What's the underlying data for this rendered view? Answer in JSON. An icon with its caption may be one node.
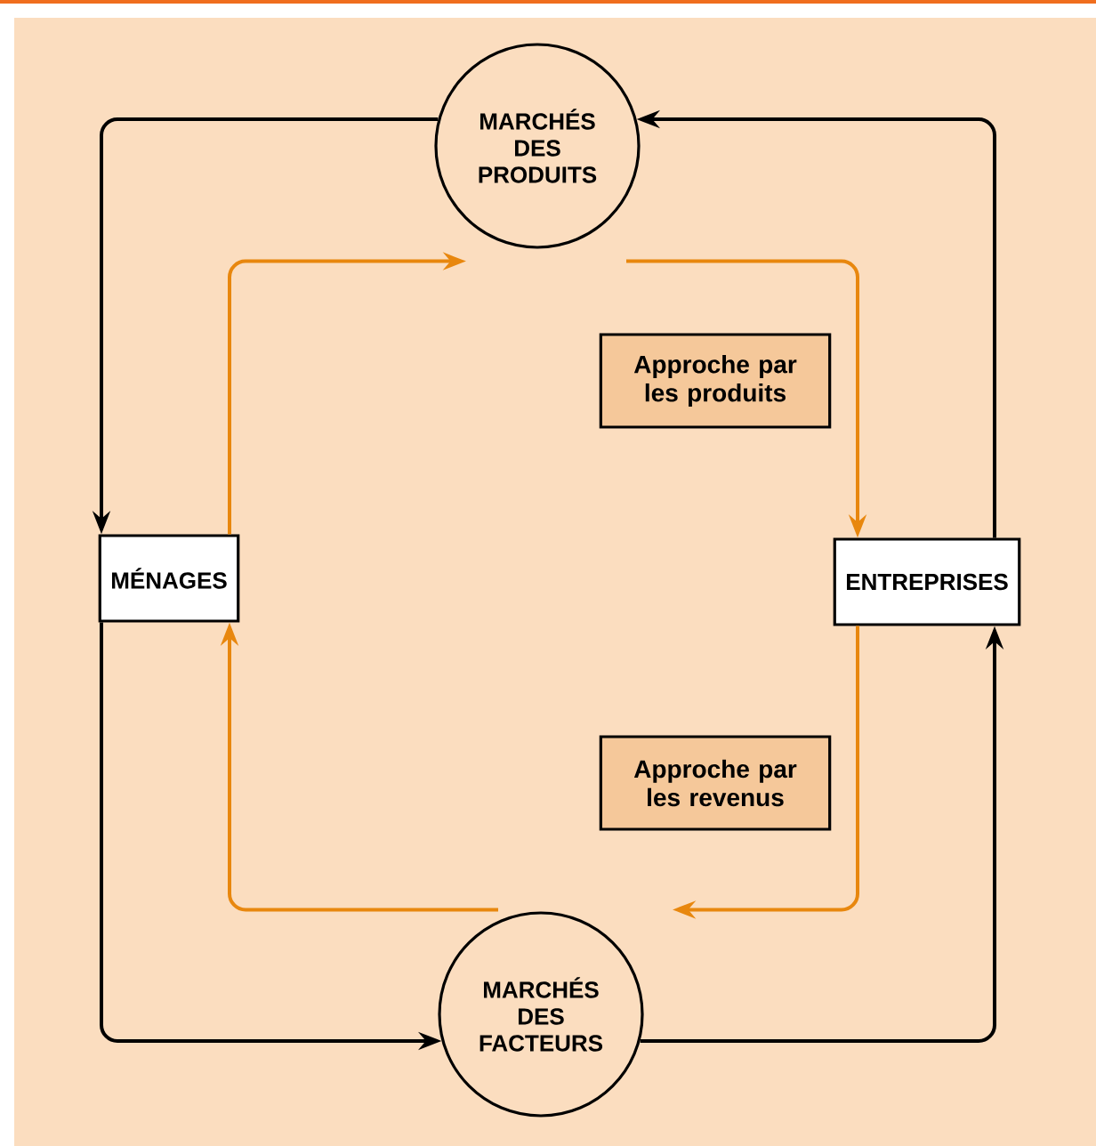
{
  "diagram": {
    "nodes": [
      {
        "text": [
          "MARCHÉS DES PRODUITS"
        ]
      },
      {
        "text": [
          "MÉNAGES"
        ]
      },
      {
        "text": [
          "ENTREPRISES"
        ]
      },
      {
        "text": [
          "MARCHÉS DES FACTEURS"
        ]
      },
      {
        "text": [
          "Approche par les produits"
        ]
      },
      {
        "text": [
          "Approche par les revenus"
        ]
      }
    ],
    "edges": [
      {
        "from": 0,
        "to": 1,
        "arrow": "to"
      },
      {
        "from": 2,
        "to": 0,
        "arrow": "to"
      },
      {
        "from": 1,
        "to": 3,
        "arrow": "to"
      },
      {
        "from": 3,
        "to": 2,
        "arrow": "to"
      },
      {
        "from": 1,
        "to": 0,
        "arrow": "to",
        "color": "#e8870e"
      },
      {
        "from": 0,
        "to": 2,
        "arrow": "to",
        "color": "#e8870e"
      },
      {
        "from": 2,
        "to": 3,
        "arrow": "to",
        "color": "#e8870e"
      },
      {
        "from": 3,
        "to": 1,
        "arrow": "to",
        "color": "#e8870e"
      }
    ]
  }
}
